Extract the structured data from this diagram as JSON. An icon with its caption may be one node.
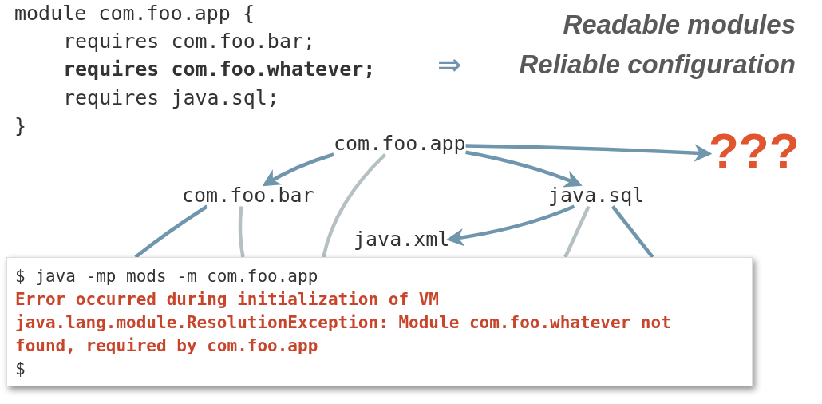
{
  "diagram": {
    "nodes": [
      {
        "text": [
          "com.foo.app"
        ]
      },
      {
        "text": [
          "com.foo.bar"
        ]
      },
      {
        "text": [
          "java.sql"
        ]
      },
      {
        "text": [
          "java.xml"
        ]
      },
      {
        "text": [
          "???"
        ]
      },
      {
        "text": [
          "$ java -mp mods -m com.foo.app",
          "Error occurred during initialization of VM",
          "java.lang.module.ResolutionException: Module com.foo.whatever not found, required by com.foo.app",
          "$"
        ]
      }
    ],
    "edges": [
      {
        "from": 0,
        "to": 1,
        "arrow": "to"
      },
      {
        "from": 0,
        "to": 2,
        "arrow": "to"
      },
      {
        "from": 0,
        "to": 4,
        "arrow": "to"
      },
      {
        "from": 2,
        "to": 3,
        "arrow": "to"
      },
      {
        "from": 0,
        "to": 5,
        "arrow": "none",
        "color": "#b5c0c3"
      },
      {
        "from": 1,
        "to": 5,
        "arrow": "none"
      },
      {
        "from": 1,
        "to": 5,
        "arrow": "none",
        "color": "#b5c0c3"
      },
      {
        "from": 2,
        "to": 5,
        "arrow": "none",
        "color": "#b5c0c3"
      },
      {
        "from": 2,
        "to": 5,
        "arrow": "none"
      }
    ],
    "labels": [
      "module com.foo.app {",
      "requires com.foo.bar;",
      "requires com.foo.whatever;",
      "requires java.sql;",
      "}",
      "Readable modules",
      "⇒",
      "Reliable configuration"
    ]
  }
}
